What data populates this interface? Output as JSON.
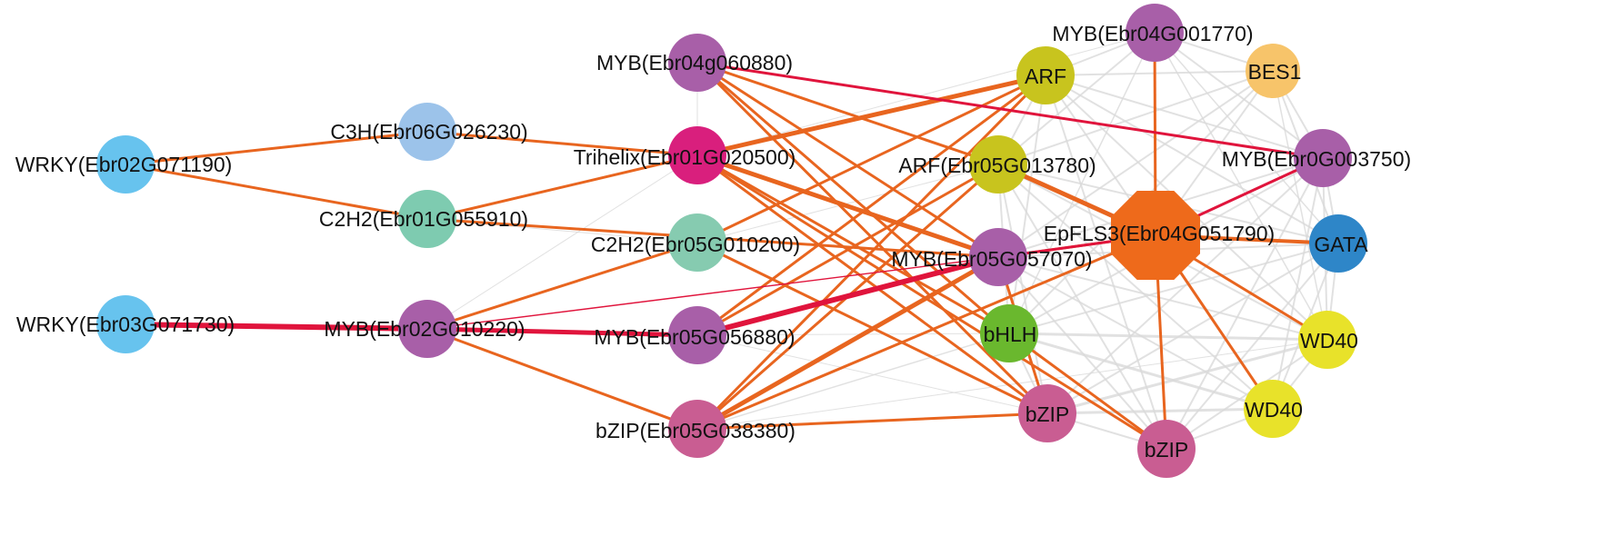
{
  "colors": {
    "orange_edge": "#e8651f",
    "red_edge": "#e0143c",
    "grey_edge": "#d9d9d9",
    "hub": "#ee6a1b"
  },
  "nodes": [
    {
      "id": "wrky1",
      "label": "WRKY(Ebr02G071190)",
      "color": "#67c3ee"
    },
    {
      "id": "wrky2",
      "label": "WRKY(Ebr03G071730)",
      "color": "#67c3ee"
    },
    {
      "id": "c3h",
      "label": "C3H(Ebr06G026230)",
      "color": "#9cc3ea"
    },
    {
      "id": "c2h2a",
      "label": "C2H2(Ebr01G055910)",
      "color": "#7ecbb0"
    },
    {
      "id": "myb02",
      "label": "MYB(Ebr02G010220)",
      "color": "#a85fa8"
    },
    {
      "id": "myb04g",
      "label": "MYB(Ebr04g060880)",
      "color": "#a85fa8"
    },
    {
      "id": "trihelix",
      "label": "Trihelix(Ebr01G020500)",
      "color": "#d91f7d"
    },
    {
      "id": "c2h2b",
      "label": "C2H2(Ebr05G010200)",
      "color": "#86cbb0"
    },
    {
      "id": "myb056",
      "label": "MYB(Ebr05G056880)",
      "color": "#a85fa8"
    },
    {
      "id": "bzip038",
      "label": "bZIP(Ebr05G038380)",
      "color": "#c95d92"
    },
    {
      "id": "arf1",
      "label": "ARF",
      "color": "#c8c41e"
    },
    {
      "id": "arf2",
      "label": "ARF(Ebr05G013780)",
      "color": "#c8c41e"
    },
    {
      "id": "myb057",
      "label": "MYB(Ebr05G057070)",
      "color": "#a85fa8"
    },
    {
      "id": "bhlh",
      "label": "bHLH",
      "color": "#6ab82e"
    },
    {
      "id": "bzip1",
      "label": "bZIP",
      "color": "#c95d92"
    },
    {
      "id": "bzip2",
      "label": "bZIP",
      "color": "#c95d92"
    },
    {
      "id": "myb04001",
      "label": "MYB(Ebr04G001770)",
      "color": "#a85fa8"
    },
    {
      "id": "bes1",
      "label": "BES1",
      "color": "#f7c46a"
    },
    {
      "id": "myb0g",
      "label": "MYB(Ebr0G003750)",
      "color": "#a85fa8"
    },
    {
      "id": "hub",
      "label": "EpFLS3(Ebr04G051790)",
      "color": "#ee6a1b"
    },
    {
      "id": "gata",
      "label": "GATA",
      "color": "#2e86c8"
    },
    {
      "id": "wd40a",
      "label": "WD40",
      "color": "#e8e22a"
    },
    {
      "id": "wd40b",
      "label": "WD40",
      "color": "#e8e22a"
    }
  ]
}
